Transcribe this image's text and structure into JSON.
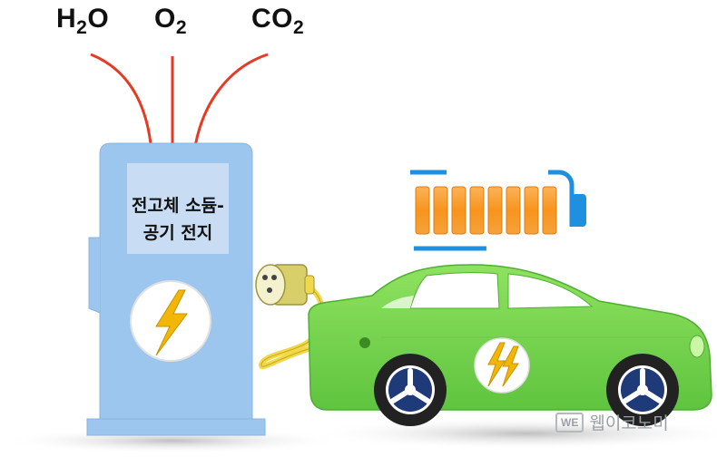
{
  "gases": {
    "h2o": {
      "main": "H",
      "sub": "2",
      "tail": "O"
    },
    "o2": {
      "main": "O",
      "sub": "2",
      "tail": ""
    },
    "co2": {
      "main": "CO",
      "sub": "2",
      "tail": ""
    }
  },
  "station": {
    "label_line1": "전고체 소듐-",
    "label_line2": "공기 전지"
  },
  "battery": {
    "level": 1.0,
    "segments": 8
  },
  "watermark": {
    "badge": "WE",
    "text": "웹이코노미"
  },
  "colors": {
    "arrow": "#e63a24",
    "station_body": "#9cc6ee",
    "station_window": "#c8ddf3",
    "car_body": "#7ed957",
    "battery_cell": "#f7941d",
    "battery_frame": "#1f8fe0",
    "bolt": "#f2b705",
    "cable": "#f0d84a"
  },
  "icons": [
    "lightning-bolt-icon",
    "battery-icon",
    "car-icon",
    "plug-icon",
    "wheel-icon"
  ]
}
